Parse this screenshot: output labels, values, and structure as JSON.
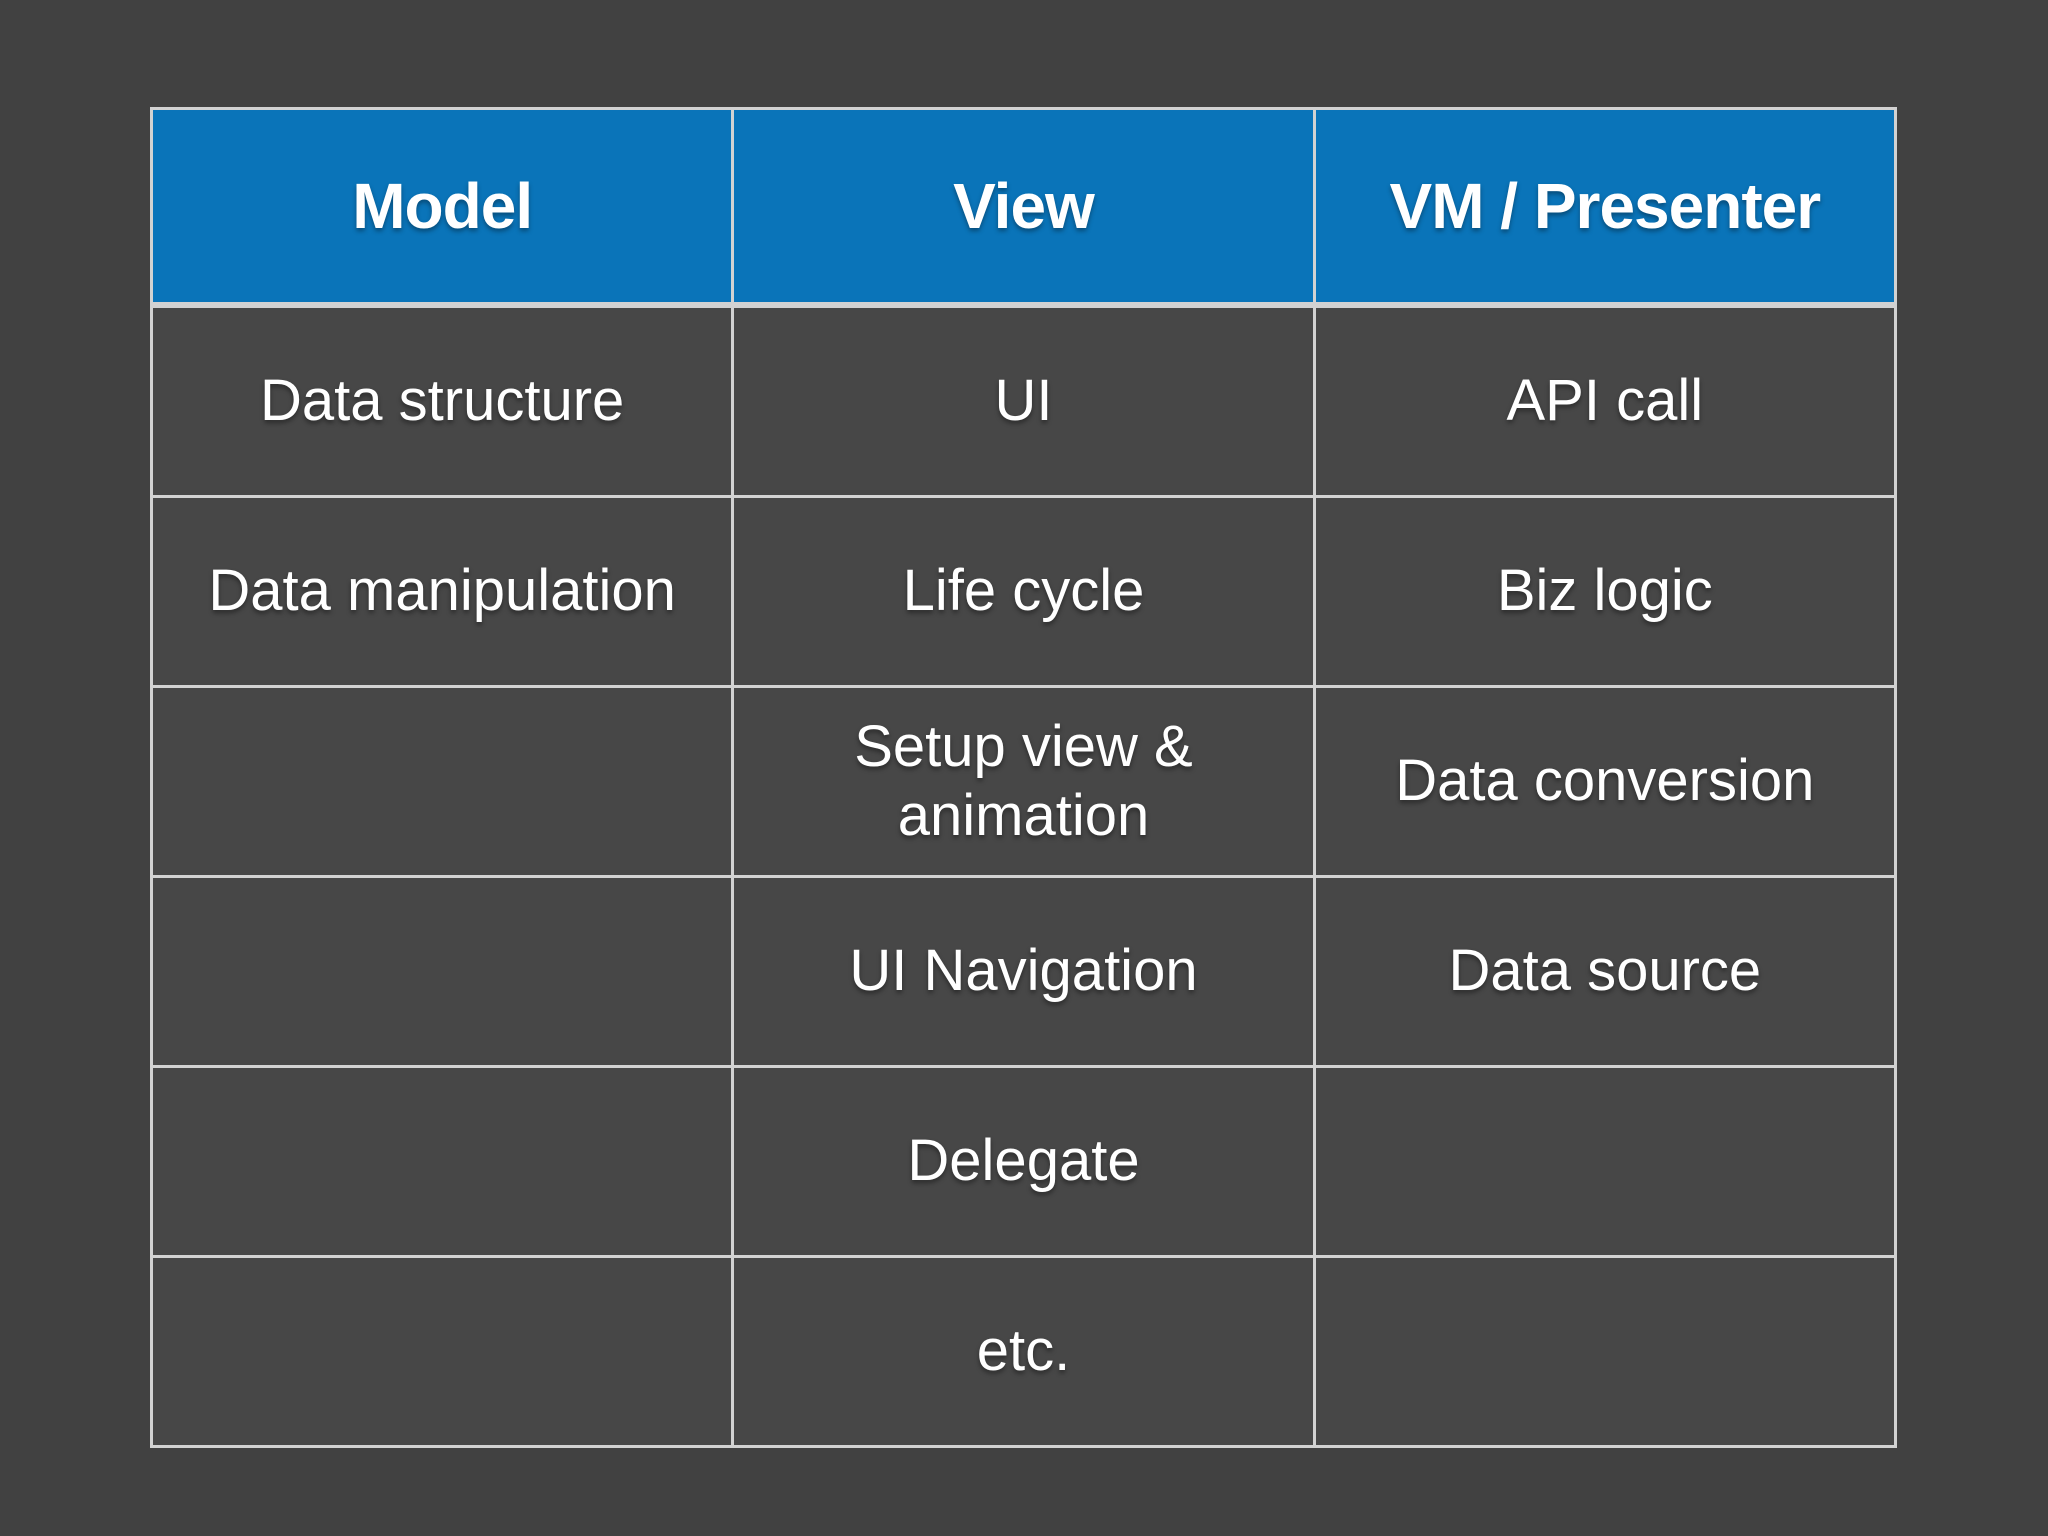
{
  "slide": {
    "table": {
      "columns": [
        "Model",
        "View",
        "VM / Presenter"
      ],
      "rows": [
        [
          "Data structure",
          "UI",
          "API call"
        ],
        [
          "Data manipulation",
          "Life cycle",
          "Biz logic"
        ],
        [
          "",
          "Setup view & animation",
          "Data conversion"
        ],
        [
          "",
          "UI Navigation",
          "Data source"
        ],
        [
          "",
          "Delegate",
          ""
        ],
        [
          "",
          "etc.",
          ""
        ]
      ]
    },
    "colors": {
      "background": "#414141",
      "cell_background": "#474747",
      "header_background": "#0a74b9",
      "border": "#d2d2d2",
      "text": "#ffffff"
    }
  }
}
